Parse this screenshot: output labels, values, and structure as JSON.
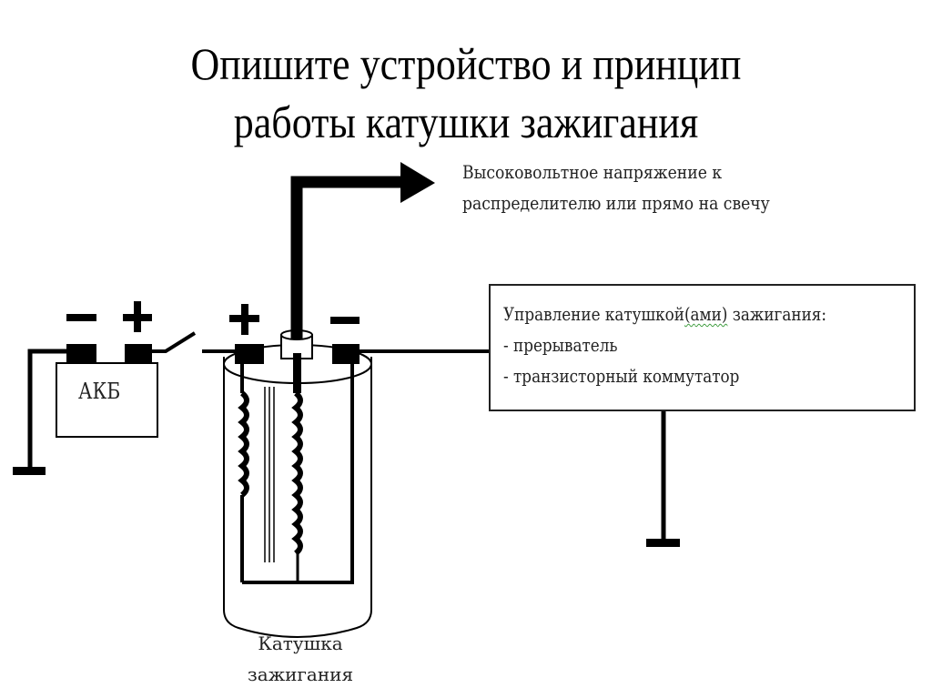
{
  "title": {
    "line1": "Опишите устройство и принцип",
    "line2": "работы катушки зажигания"
  },
  "diagram": {
    "high_voltage_label": {
      "line1": "Высоковольтное напряжение к",
      "line2": "распределителю или прямо на свечу"
    },
    "control_box": {
      "heading_prefix": "Управление катушкой",
      "heading_underlined": "(ами)",
      "heading_suffix": " зажигания:",
      "items": [
        "- прерыватель",
        "- транзисторный коммутатор"
      ]
    },
    "battery_label": "АКБ",
    "battery_terminals": {
      "negative": "−",
      "positive": "+"
    },
    "coil_terminals": {
      "positive": "+",
      "negative": "−"
    },
    "coil_label": {
      "line1": "Катушка",
      "line2": "зажигания"
    },
    "colors": {
      "ink": "#000000",
      "spellcheck_underline": "#3a9a3a",
      "background": "#ffffff"
    }
  }
}
